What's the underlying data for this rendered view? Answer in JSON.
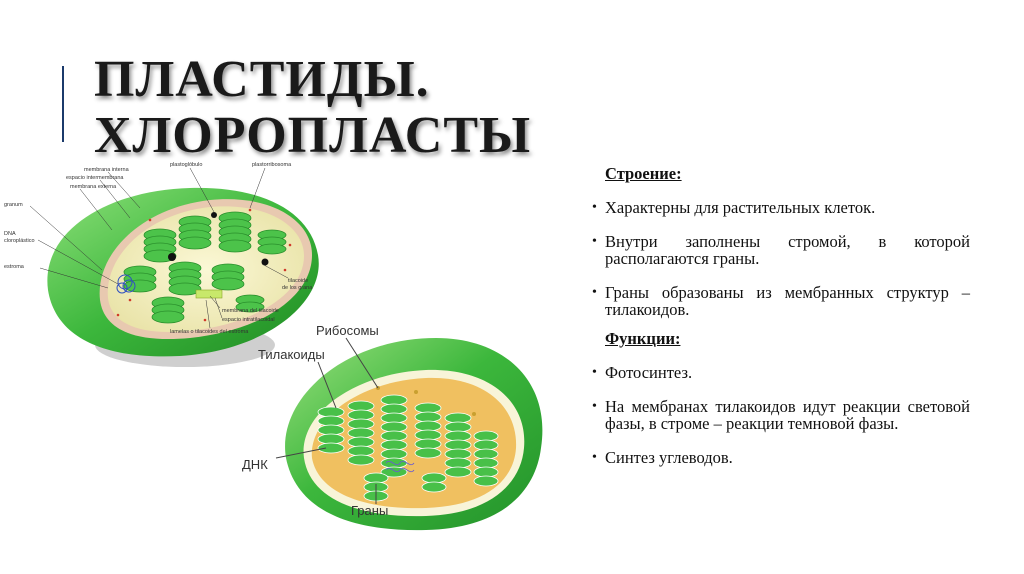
{
  "slide": {
    "title_line1": "ПЛАСТИДЫ.",
    "title_line2": "ХЛОРОПЛАСТЫ"
  },
  "content": {
    "structure_heading": "Строение:",
    "structure_items": [
      "Характерны для растительных клеток.",
      "Внутри заполнены стромой, в которой располагаются граны.",
      "Граны образованы из мембранных структур – тилакоидов."
    ],
    "functions_heading": "Функции:",
    "function_items": [
      "Фотосинтез.",
      "На мембранах тилакоидов идут реакции световой фазы, в строме – реакции темновой фазы.",
      "Синтез углеводов."
    ]
  },
  "diagram1": {
    "labels": {
      "membrana_interna": "membrana interna",
      "espacio_intermembrana": "espacio intermembrana",
      "membrana_externa": "membrana externa",
      "granum": "granum",
      "dna": "DNA",
      "dna2": "cloroplástico",
      "estroma": "estroma",
      "plastoglobulo": "plastoglóbulo",
      "plastorribosoma": "plastorribosoma",
      "tilacoide1": "tilacoide",
      "tilacoide2": "de los grana",
      "membrana_tilacoide": "membrana del tilacoide",
      "espacio_intratilacoidal": "espacio intratilacoidal",
      "lamelas": "lamelas o tilacoides del estroma"
    }
  },
  "diagram2": {
    "labels": {
      "ribosomes": "Рибосомы",
      "thylakoids": "Тилакоиды",
      "dna": "ДНК",
      "grana": "Граны"
    }
  },
  "colors": {
    "title_text": "#1a1a1a",
    "accent_line": "#1b3a6b",
    "chloroplast_green": "#3cb73c",
    "stroma_light": "#f3f0c0",
    "stroma_orange": "#f0c060"
  }
}
